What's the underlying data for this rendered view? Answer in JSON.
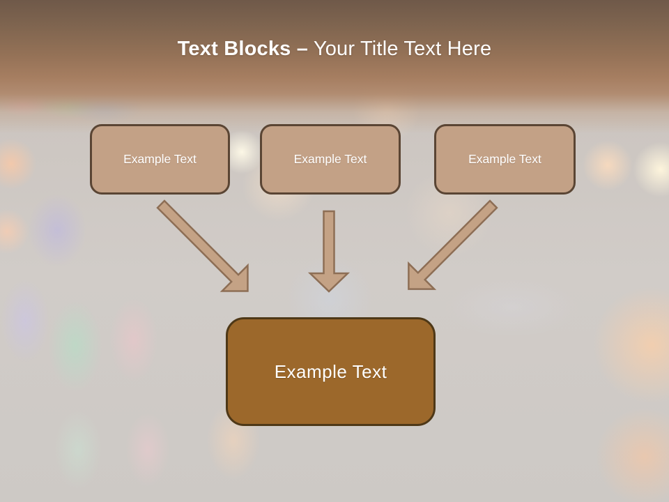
{
  "slide": {
    "title": {
      "bold_text": "Text Blocks –",
      "regular_text": " Your Title Text Here"
    },
    "boxes": [
      {
        "label": "Example Text"
      },
      {
        "label": "Example Text"
      },
      {
        "label": "Example Text"
      }
    ],
    "center_box": {
      "label": "Example Text"
    },
    "arrows": [
      {
        "name": "arrow-down-right-icon"
      },
      {
        "name": "arrow-down-icon"
      },
      {
        "name": "arrow-down-left-icon"
      }
    ],
    "colors": {
      "header_top": "#6f5949",
      "header_mid": "#a67e61",
      "title_color": "#ffffff",
      "box_fill": "#c3a186",
      "box_border": "#5a4534",
      "center_fill": "#9c682b",
      "center_border": "#4e3817",
      "arrow_fill": "#c4a285",
      "arrow_stroke": "#8d6e55"
    }
  }
}
